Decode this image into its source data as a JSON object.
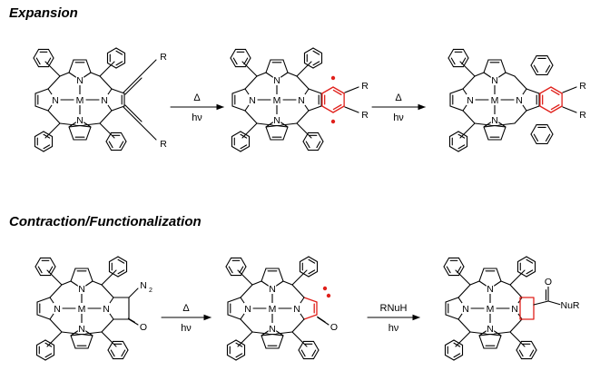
{
  "sections": [
    {
      "id": "expansion",
      "title": "Expansion"
    },
    {
      "id": "contraction",
      "title": "Contraction/Functionalization"
    }
  ],
  "atoms": {
    "nitrogen": "N",
    "metal": "M",
    "substituent": "R",
    "oxygen": "O",
    "nuh_group": "NuR",
    "diazo_subscript": "2"
  },
  "arrows": [
    {
      "id": "exp-1",
      "above": "Δ",
      "below": "hν"
    },
    {
      "id": "exp-2",
      "above": "Δ",
      "below": "hν"
    },
    {
      "id": "con-1",
      "above": "Δ",
      "below": "hν"
    },
    {
      "id": "con-2",
      "above": "RNuH",
      "below": "hν"
    }
  ],
  "colors": {
    "bond": "#000000",
    "highlight": "#e0201b",
    "background": "#ffffff"
  }
}
